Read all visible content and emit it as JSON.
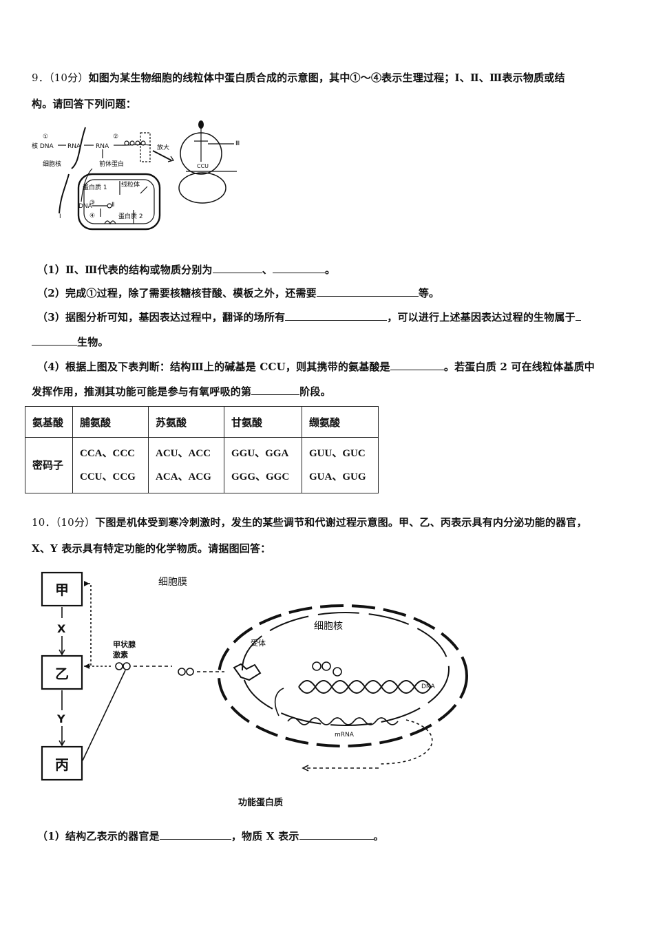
{
  "q9": {
    "number": "9．",
    "score": "（10分）",
    "line1": "如图为某生物细胞的线粒体中蛋白质合成的示意图，其中①～④表示生理过程；Ⅰ、Ⅱ、Ⅲ表示物质或结",
    "line2": "构。请回答下列问题：",
    "diagram": {
      "nuclear_dna": "核 DNA",
      "rna": "RNA",
      "rna2": "RNA",
      "step1": "①",
      "step2": "②",
      "step3": "③",
      "step4": "④",
      "nucleus": "细胞核",
      "precursor": "前体蛋白",
      "mitochondrion": "线粒体",
      "protein1": "蛋白质 1",
      "protein2": "蛋白质 2",
      "dna": "DNA",
      "roman1": "Ⅰ",
      "roman2": "Ⅱ",
      "roman3": "Ⅲ",
      "enlarge": "放大",
      "ccu": "CCU"
    },
    "sub1_prefix": "（1）Ⅱ、Ⅲ代表的结构或物质分别为",
    "sub1_mid": "、",
    "sub1_end": "。",
    "sub2_prefix": "（2）完成①过程，除了需要核糖核苷酸、模板之外，还需要",
    "sub2_end": "等。",
    "sub3_prefix": "（3）据图分析可知，基因表达过程中，翻译的场所有",
    "sub3_mid": "，可以进行上述基因表达过程的生物属于",
    "sub3_end": "生物。",
    "sub4_prefix": "（4）根据上图及下表判断：结构Ⅲ上的碱基是 CCU，则其携带的氨基酸是",
    "sub4_mid": "。若蛋白质 2 可在线粒体基质中",
    "sub4_line2_prefix": "发挥作用，推测其功能可能是参与有氧呼吸的第",
    "sub4_line2_end": "阶段。",
    "table": {
      "header": [
        "氨基酸",
        "脯氨酸",
        "苏氨酸",
        "甘氨酸",
        "缬氨酸"
      ],
      "row_label": "密码子",
      "codons": [
        [
          "CCA、CCC",
          "CCU、CCG"
        ],
        [
          "ACU、ACC",
          "ACA、ACG"
        ],
        [
          "GGU、GGA",
          "GGG、GGC"
        ],
        [
          "GUU、GUC",
          "GUA、GUG"
        ]
      ]
    }
  },
  "q10": {
    "number": "10．",
    "score": "（10分）",
    "line1": "下图是机体受到寒冷刺激时，发生的某些调节和代谢过程示意图。甲、乙、丙表示具有内分泌功能的器官，",
    "line2": "X、Y 表示具有特定功能的化学物质。请据图回答：",
    "diagram": {
      "box1": "甲",
      "box2": "乙",
      "box3": "丙",
      "x": "X",
      "y": "Y",
      "cell_membrane": "细胞膜",
      "nucleus": "细胞核",
      "hormone_line1": "甲状腺",
      "hormone_line2": "激素",
      "receptor": "受体",
      "dna": "DNA",
      "mrna": "mRNA",
      "functional_protein": "功能蛋白质"
    },
    "sub1_prefix": "（1）结构乙表示的器官是",
    "sub1_mid": "，物质 X 表示",
    "sub1_end": "。"
  }
}
